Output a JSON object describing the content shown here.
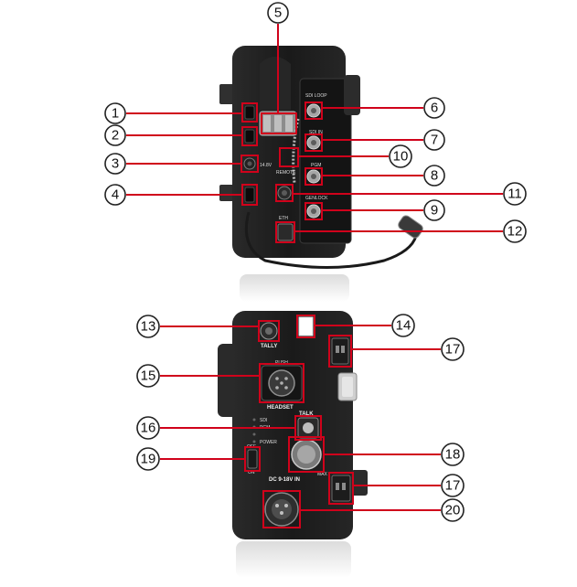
{
  "colors": {
    "accent": "#d0021b",
    "device_body": "#1b1b1b",
    "device_dark": "#0f0f0f"
  },
  "device_labels": {
    "sdi_loop": "SDI LOOP",
    "sdi_in": "SDI IN",
    "remote": "REMOTE",
    "pgm": "PGM",
    "genlock": "GENLOCK",
    "eth": "ETH",
    "tally": "TALLY",
    "push": "PUSH",
    "headset": "HEADSET",
    "talk": "TALK",
    "sdi": "SDI",
    "pgm_small": "PGM",
    "power": "POWER",
    "dc_in": "DC 9-18V IN",
    "off": "OFF",
    "on": "ON",
    "max": "MAX",
    "volt": "14.8V"
  },
  "callouts": {
    "c1": "1",
    "c2": "2",
    "c3": "3",
    "c4": "4",
    "c5": "5",
    "c6": "6",
    "c7": "7",
    "c8": "8",
    "c9": "9",
    "c10": "10",
    "c11": "11",
    "c12": "12",
    "c13": "13",
    "c14": "14",
    "c15": "15",
    "c16": "16",
    "c17a": "17",
    "c17b": "17",
    "c18": "18",
    "c19": "19",
    "c20": "20"
  }
}
